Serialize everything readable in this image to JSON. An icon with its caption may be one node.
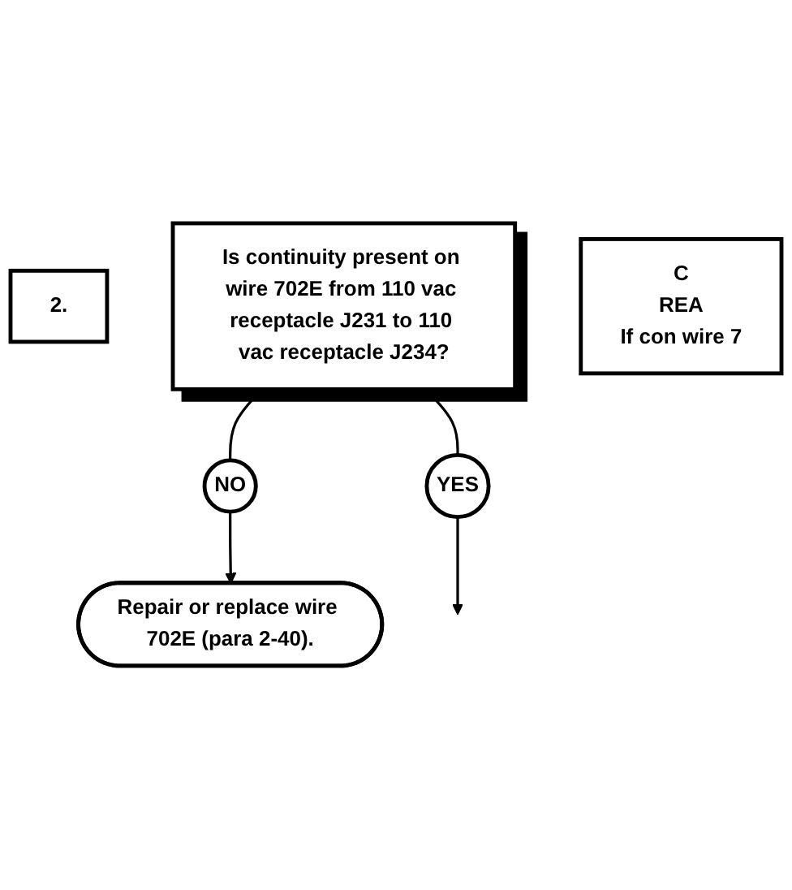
{
  "diagram": {
    "nodes": [
      {
        "text": [
          "2."
        ]
      },
      {
        "text": [
          "Is continuity present on wire 702E from 110 vac receptacle J231 to 110 vac receptacle J234?"
        ]
      },
      {
        "text": [
          "C",
          "REA",
          "If con wire 7"
        ]
      },
      {
        "text": [
          "NO"
        ]
      },
      {
        "text": [
          "Repair or replace wire 702E (para 2-40)."
        ]
      },
      {
        "text": [
          "YES"
        ]
      }
    ],
    "edges": [
      {
        "from": 1,
        "to": 3,
        "arrow": "none"
      },
      {
        "from": 3,
        "to": 4,
        "arrow": "to"
      },
      {
        "from": 1,
        "to": 5,
        "arrow": "none"
      },
      {
        "from": 5,
        "to": null,
        "arrow": "to"
      }
    ]
  }
}
